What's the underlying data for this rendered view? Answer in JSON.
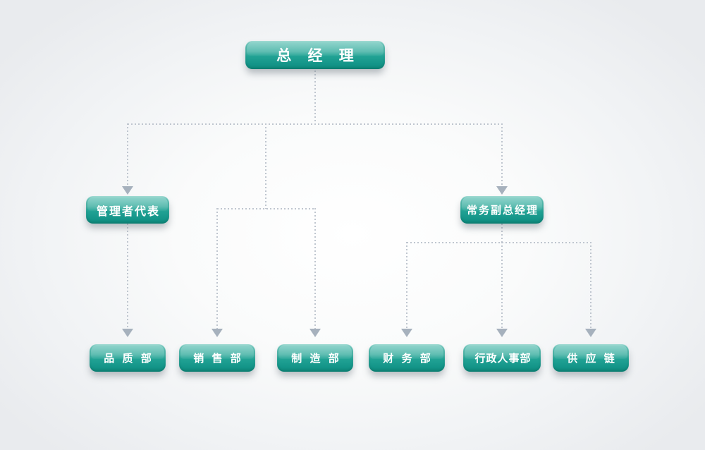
{
  "org_chart": {
    "root": {
      "label": "总 经 理"
    },
    "level2": [
      {
        "label": "管理者代表"
      },
      {
        "label": "常务副总经理"
      }
    ],
    "level3": [
      {
        "label": "品 质 部"
      },
      {
        "label": "销 售 部"
      },
      {
        "label": "制 造 部"
      },
      {
        "label": "财 务 部"
      },
      {
        "label": "行政人事部"
      },
      {
        "label": "供 应 链"
      }
    ],
    "colors": {
      "node_gradient_top": "#63c3b7",
      "node_gradient_bottom": "#0e8a7c",
      "node_text": "#ffffff",
      "connector_dotted": "#bfc6cf",
      "arrowhead": "#a6b1bd",
      "background_edge": "#e9ebee",
      "background_center": "#ffffff"
    }
  }
}
